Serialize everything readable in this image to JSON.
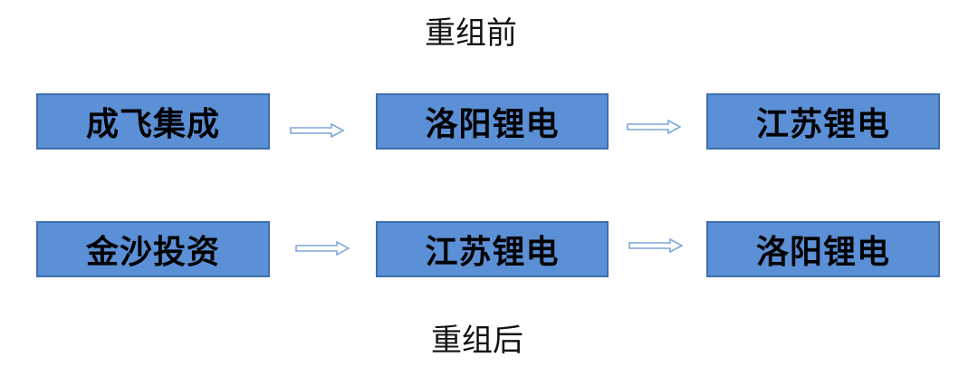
{
  "before": {
    "title": "重组前",
    "nodes": [
      "成飞集成",
      "洛阳锂电",
      "江苏锂电"
    ]
  },
  "after": {
    "title": "重组后",
    "nodes": [
      "金沙投资",
      "江苏锂电",
      "洛阳锂电"
    ]
  },
  "colors": {
    "box_fill": "#5b8fd6",
    "box_border": "#3f6fad",
    "arrow": "#7ea6dc"
  }
}
